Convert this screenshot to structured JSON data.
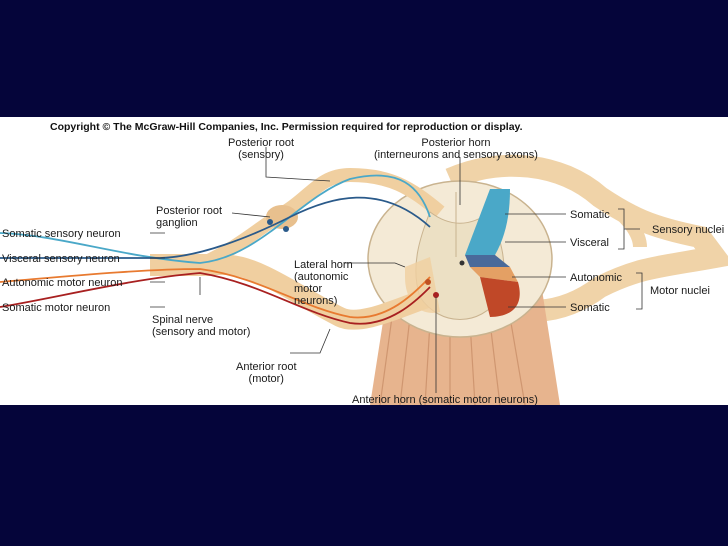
{
  "copyright": "Copyright © The McGraw-Hill Companies, Inc. Permission required for reproduction or display.",
  "labels": {
    "posterior_root": [
      "Posterior root",
      "(sensory)"
    ],
    "posterior_horn": [
      "Posterior horn",
      "(interneurons and sensory axons)"
    ],
    "posterior_root_ganglion": [
      "Posterior root",
      "ganglion"
    ],
    "somatic_sensory_neuron": "Somatic sensory neuron",
    "visceral_sensory_neuron": "Visceral sensory neuron",
    "autonomic_motor_neuron": "Autonomic motor neuron",
    "somatic_motor_neuron": "Somatic motor neuron",
    "lateral_horn": [
      "Lateral horn",
      "(autonomic",
      "motor",
      "neurons)"
    ],
    "spinal_nerve": [
      "Spinal nerve",
      "(sensory and motor)"
    ],
    "anterior_root": [
      "Anterior root",
      "(motor)"
    ],
    "anterior_horn": "Anterior horn (somatic motor neurons)",
    "somatic_top": "Somatic",
    "visceral": "Visceral",
    "autonomic": "Autonomic",
    "somatic_bottom": "Somatic",
    "sensory_nuclei": "Sensory nuclei",
    "motor_nuclei": "Motor nuclei"
  },
  "colors": {
    "background": "#05053a",
    "somatic_sensory": "#4aa8c8",
    "visceral_sensory": "#2a5a8a",
    "autonomic_motor": "#e87a30",
    "somatic_motor": "#a82020",
    "nerve": "#f0cfa0",
    "cord": "#f2e6cc",
    "white_matter": "#f5ecd8"
  }
}
